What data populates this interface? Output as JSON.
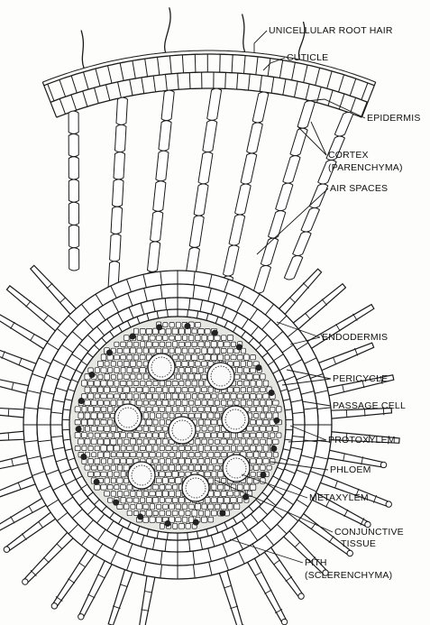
{
  "figure": {
    "labels": {
      "root_hair": "UNICELLULAR ROOT HAIR",
      "cuticle": "CUTICLE",
      "epidermis": "EPIDERMIS",
      "cortex_1": "CORTEX",
      "cortex_2": "(PARENCHYMA)",
      "air_spaces": "AIR SPACES",
      "endodermis": "ENDODERMIS",
      "pericycle": "PERICYCLE",
      "passage_cell": "PASSAGE CELL",
      "protoxylem": "PROTOXYLEM",
      "phloem": "PHLOEM",
      "metaxylem": "METAXYLEM",
      "conjunctive_1": "CONJUNCTIVE",
      "conjunctive_2": "TISSUE",
      "pith_1": "PITH",
      "pith_2": "(SCLERENCHYMA)"
    },
    "colors": {
      "ink": "#1a1a1a",
      "paper": "#fdfdfb",
      "cell_fill": "#ffffff",
      "stele_fill": "#e6e6e2"
    }
  }
}
